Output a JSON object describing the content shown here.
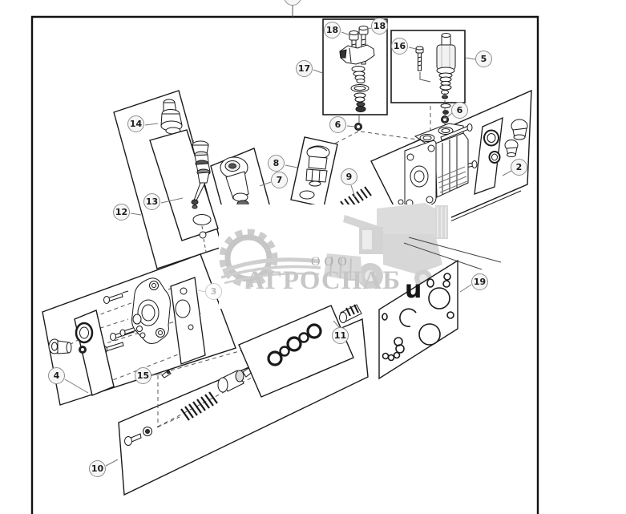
{
  "diagram": {
    "title": "hydraulic-valve-exploded-parts-diagram",
    "callouts": [
      {
        "label": "2"
      },
      {
        "label": "3"
      },
      {
        "label": "4"
      },
      {
        "label": "5"
      },
      {
        "label": "6"
      },
      {
        "label": "6"
      },
      {
        "label": "7"
      },
      {
        "label": "8"
      },
      {
        "label": "9"
      },
      {
        "label": "10"
      },
      {
        "label": "11"
      },
      {
        "label": "12"
      },
      {
        "label": "13"
      },
      {
        "label": "14"
      },
      {
        "label": "15"
      },
      {
        "label": "16"
      },
      {
        "label": "17"
      },
      {
        "label": "18"
      },
      {
        "label": "18"
      },
      {
        "label": "19"
      }
    ],
    "line_color": "#1a1a1a",
    "leader_color": "#7a7a7a"
  },
  "watermark": {
    "org_type": "ООО",
    "company": "АГРОСНАБ",
    "partial_letter": "u",
    "logo": "gear-and-combine-harvester",
    "gray": "#c8c8c8"
  }
}
